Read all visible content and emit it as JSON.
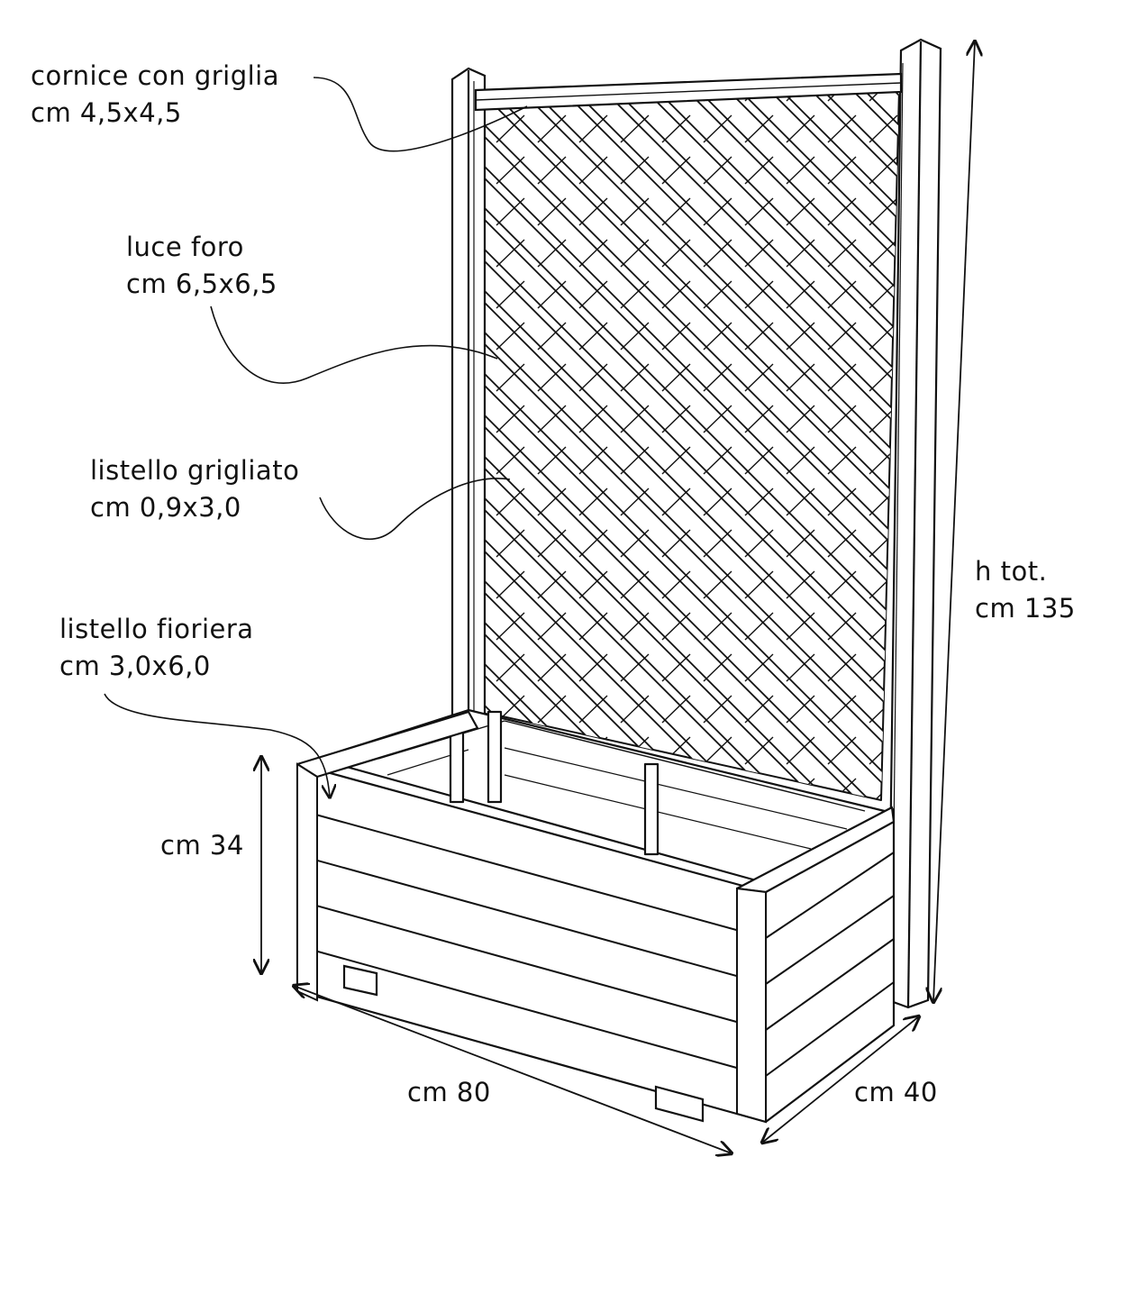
{
  "labels": {
    "cornice": {
      "name": "cornice con griglia",
      "size": "cm 4,5x4,5"
    },
    "luce": {
      "name": "luce foro",
      "size": "cm 6,5x6,5"
    },
    "listello_grigliato": {
      "name": "listello grigliato",
      "size": "cm 0,9x3,0"
    },
    "listello_fioriera": {
      "name": "listello fioriera",
      "size": "cm 3,0x6,0"
    }
  },
  "dimensions": {
    "height_total_label": "h tot.",
    "height_total_value": "cm 135",
    "box_height": "cm 34",
    "length": "cm 80",
    "depth": "cm 40"
  },
  "colors": {
    "line": "#111111",
    "background": "#ffffff"
  }
}
